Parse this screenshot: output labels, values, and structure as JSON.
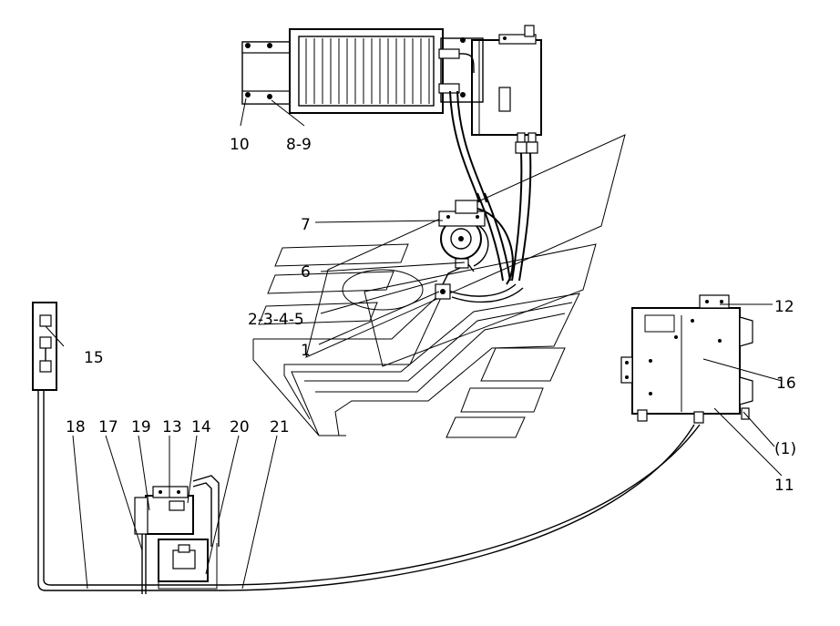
{
  "callouts": {
    "c1": "1",
    "c2345": "2-3-4-5",
    "c6": "6",
    "c7": "7",
    "c89": "8-9",
    "c10": "10",
    "c11": "11",
    "c12": "12",
    "c13": "13",
    "c14": "14",
    "c15": "15",
    "c16": "16",
    "c17": "17",
    "c18": "18",
    "c19": "19",
    "c20": "20",
    "c21": "21",
    "cp1": "(1)"
  },
  "colors": {
    "line": "#000000",
    "background": "#ffffff"
  }
}
